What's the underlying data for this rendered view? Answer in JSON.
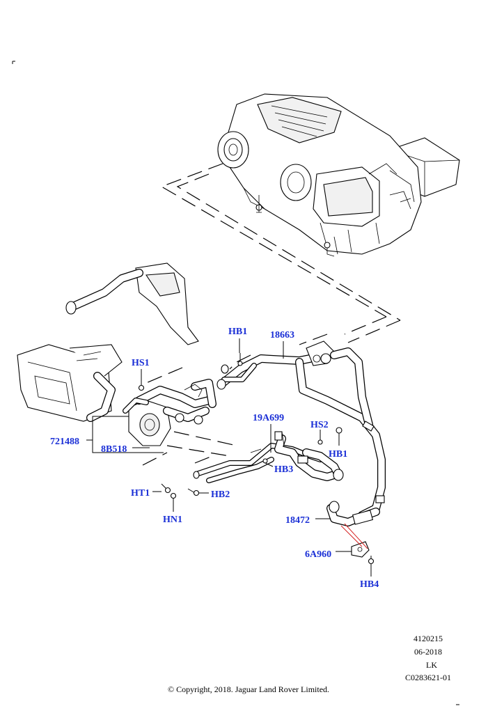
{
  "callouts": {
    "hb1_top": "HB1",
    "p18663": "18663",
    "hs1": "HS1",
    "p721488": "721488",
    "p8b518": "8B518",
    "p19a699": "19A699",
    "hs2": "HS2",
    "hb1_right": "HB1",
    "hb3": "HB3",
    "ht1": "HT1",
    "hb2": "HB2",
    "hn1": "HN1",
    "p18472": "18472",
    "p6a960": "6A960",
    "hb4": "HB4"
  },
  "meta": {
    "code": "4120215",
    "date": "06-2018",
    "author": "LK",
    "ref": "C0283621-01",
    "copyright": "© Copyright, 2018. Jaguar Land Rover Limited."
  },
  "colors": {
    "callout": "#1a2fd6",
    "leader_red": "#d42020"
  }
}
